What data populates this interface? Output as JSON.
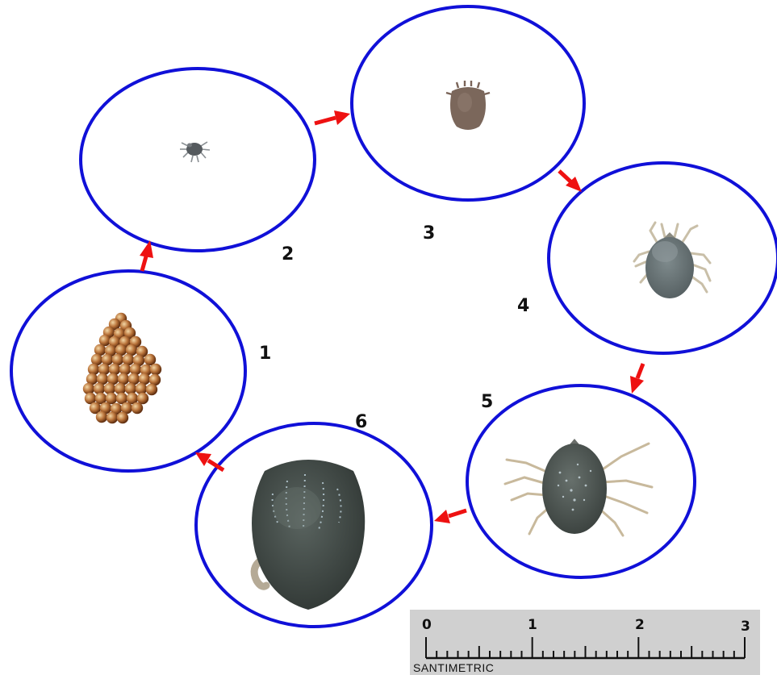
{
  "stages": [
    {
      "number": "1",
      "subject": "egg-cluster"
    },
    {
      "number": "2",
      "subject": "larva"
    },
    {
      "number": "3",
      "subject": "engorged-larva"
    },
    {
      "number": "4",
      "subject": "nymph"
    },
    {
      "number": "5",
      "subject": "adult-tick"
    },
    {
      "number": "6",
      "subject": "engorged-female-tick"
    }
  ],
  "scale_bar": {
    "ticks": [
      "0",
      "1",
      "2",
      "3"
    ],
    "unit_label": "SANTIMETRIC"
  },
  "colors": {
    "circle_stroke": "#1010d8",
    "arrow": "#ee1111",
    "ruler_bg": "#d0d0d0"
  }
}
